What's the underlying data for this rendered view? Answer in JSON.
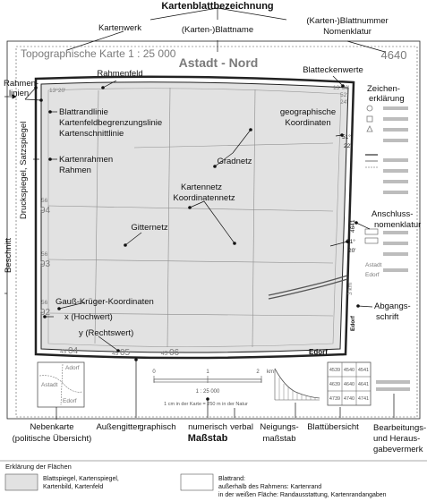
{
  "title": "Kartenblattbezeichnung",
  "labels": {
    "kartenwerk": "Kartenwerk",
    "blattname": "(Karten-)Blattname",
    "blattnummer_1": "(Karten-)Blattnummer",
    "blattnummer_2": "Nomenklatur",
    "rahmenlinien_1": "Rahmen-",
    "rahmenlinien_2": "linien",
    "rahmenfeld": "Rahmenfeld",
    "blatteckenwerte": "Blatteckenwerte",
    "zeichenerklaerung_1": "Zeichen-",
    "zeichenerklaerung_2": "erklärung",
    "blattrandlinie_1": "Blattrandlinie",
    "blattrandlinie_2": "Kartenfeldbegrenzungslinie",
    "blattrandlinie_3": "Kartenschnittlinie",
    "geo_koord_1": "geographische",
    "geo_koord_2": "Koordinaten",
    "druckspiegel": "Druckspiegel, Satzspiegel",
    "kartenrahmen_1": "Kartenrahmen",
    "kartenrahmen_2": "Rahmen",
    "gradnetz": "Gradnetz",
    "kartennetz_1": "Kartennetz",
    "kartennetz_2": "Koordinatennetz",
    "gitternetz": "Gitternetz",
    "anschluss_1": "Anschluss-",
    "anschluss_2": "nomenklatur",
    "beschnitt": "Beschnitt",
    "gauss": "Gauß-Krüger-Koordinaten",
    "hochwert": "x (Hochwert)",
    "rechtswert": "y (Rechtswert)",
    "abgang_1": "Abgangs-",
    "abgang_2": "schrift",
    "nebenkarte_1": "Nebenkarte",
    "nebenkarte_2": "(politische Übersicht)",
    "aussengitter": "Außengitter",
    "graphisch": "graphisch",
    "numerisch": "numerisch",
    "massstab": "Maßstab",
    "verbal": "verbal",
    "neigung_1": "Neigungs-",
    "neigung_2": "maßstab",
    "blattuebersicht": "Blattübersicht",
    "bearbeitung_1": "Bearbeitungs-",
    "bearbeitung_2": "und Heraus-",
    "bearbeitung_3": "gabevermerk"
  },
  "map": {
    "series": "Topographische Karte  1 : 25 000",
    "sheet_name": "Astadt - Nord",
    "sheet_number": "4640",
    "corner_tl": "13°20'",
    "corner_tr_1": "13°30'",
    "corner_tr_2": "52°",
    "corner_tr_3": "24'",
    "lat_51_top": "51°",
    "lat_22": "22'",
    "lat_51_mid": "51°",
    "lat_20": "20'",
    "hw_56_top": "56",
    "hw_94": "94",
    "hw_56_mid": "56",
    "hw_93": "93",
    "hw_56_bot": "56",
    "hw_92": "92",
    "rw_45a": "45",
    "rw_04": "04",
    "rw_45b": "45",
    "rw_05": "05",
    "rw_45c": "45",
    "rw_06": "06",
    "edorf_right": "Edorf",
    "edorf_bottom": "Edorf",
    "anschluss_num": "4641",
    "astadt": "Astadt",
    "edorf_side": "Edorf",
    "abgang_km": "3 km"
  },
  "nebenkarte": {
    "adorf": "Adorf",
    "astadt": "Astadt",
    "edorf": "Edorf"
  },
  "scale": {
    "t0": "0",
    "t1": "1",
    "t2": "2",
    "unit": "km",
    "numeric": "1 : 25 000",
    "verbal": "1 cm in der Karte = 250 m in der Natur"
  },
  "blattuebersicht": {
    "rows": [
      [
        "4539",
        "4540",
        "4541"
      ],
      [
        "4639",
        "4640",
        "4641"
      ],
      [
        "4739",
        "4740",
        "4741"
      ]
    ]
  },
  "legend": {
    "heading": "Erklärung der Flächen",
    "gray_1": "Blattspiegel, Kartenspiegel,",
    "gray_2": "Kartenbild, Kartenfeld",
    "white_1": "Blattrand:",
    "white_2": "außerhalb des Rahmens: Kartenrand",
    "white_3": "in der weißen Fläche: Randausstattung, Kartenrandangaben"
  },
  "colors": {
    "map_fill": "#e2e2e2",
    "frame": "#222222",
    "gray_text": "#7a7a7a"
  }
}
